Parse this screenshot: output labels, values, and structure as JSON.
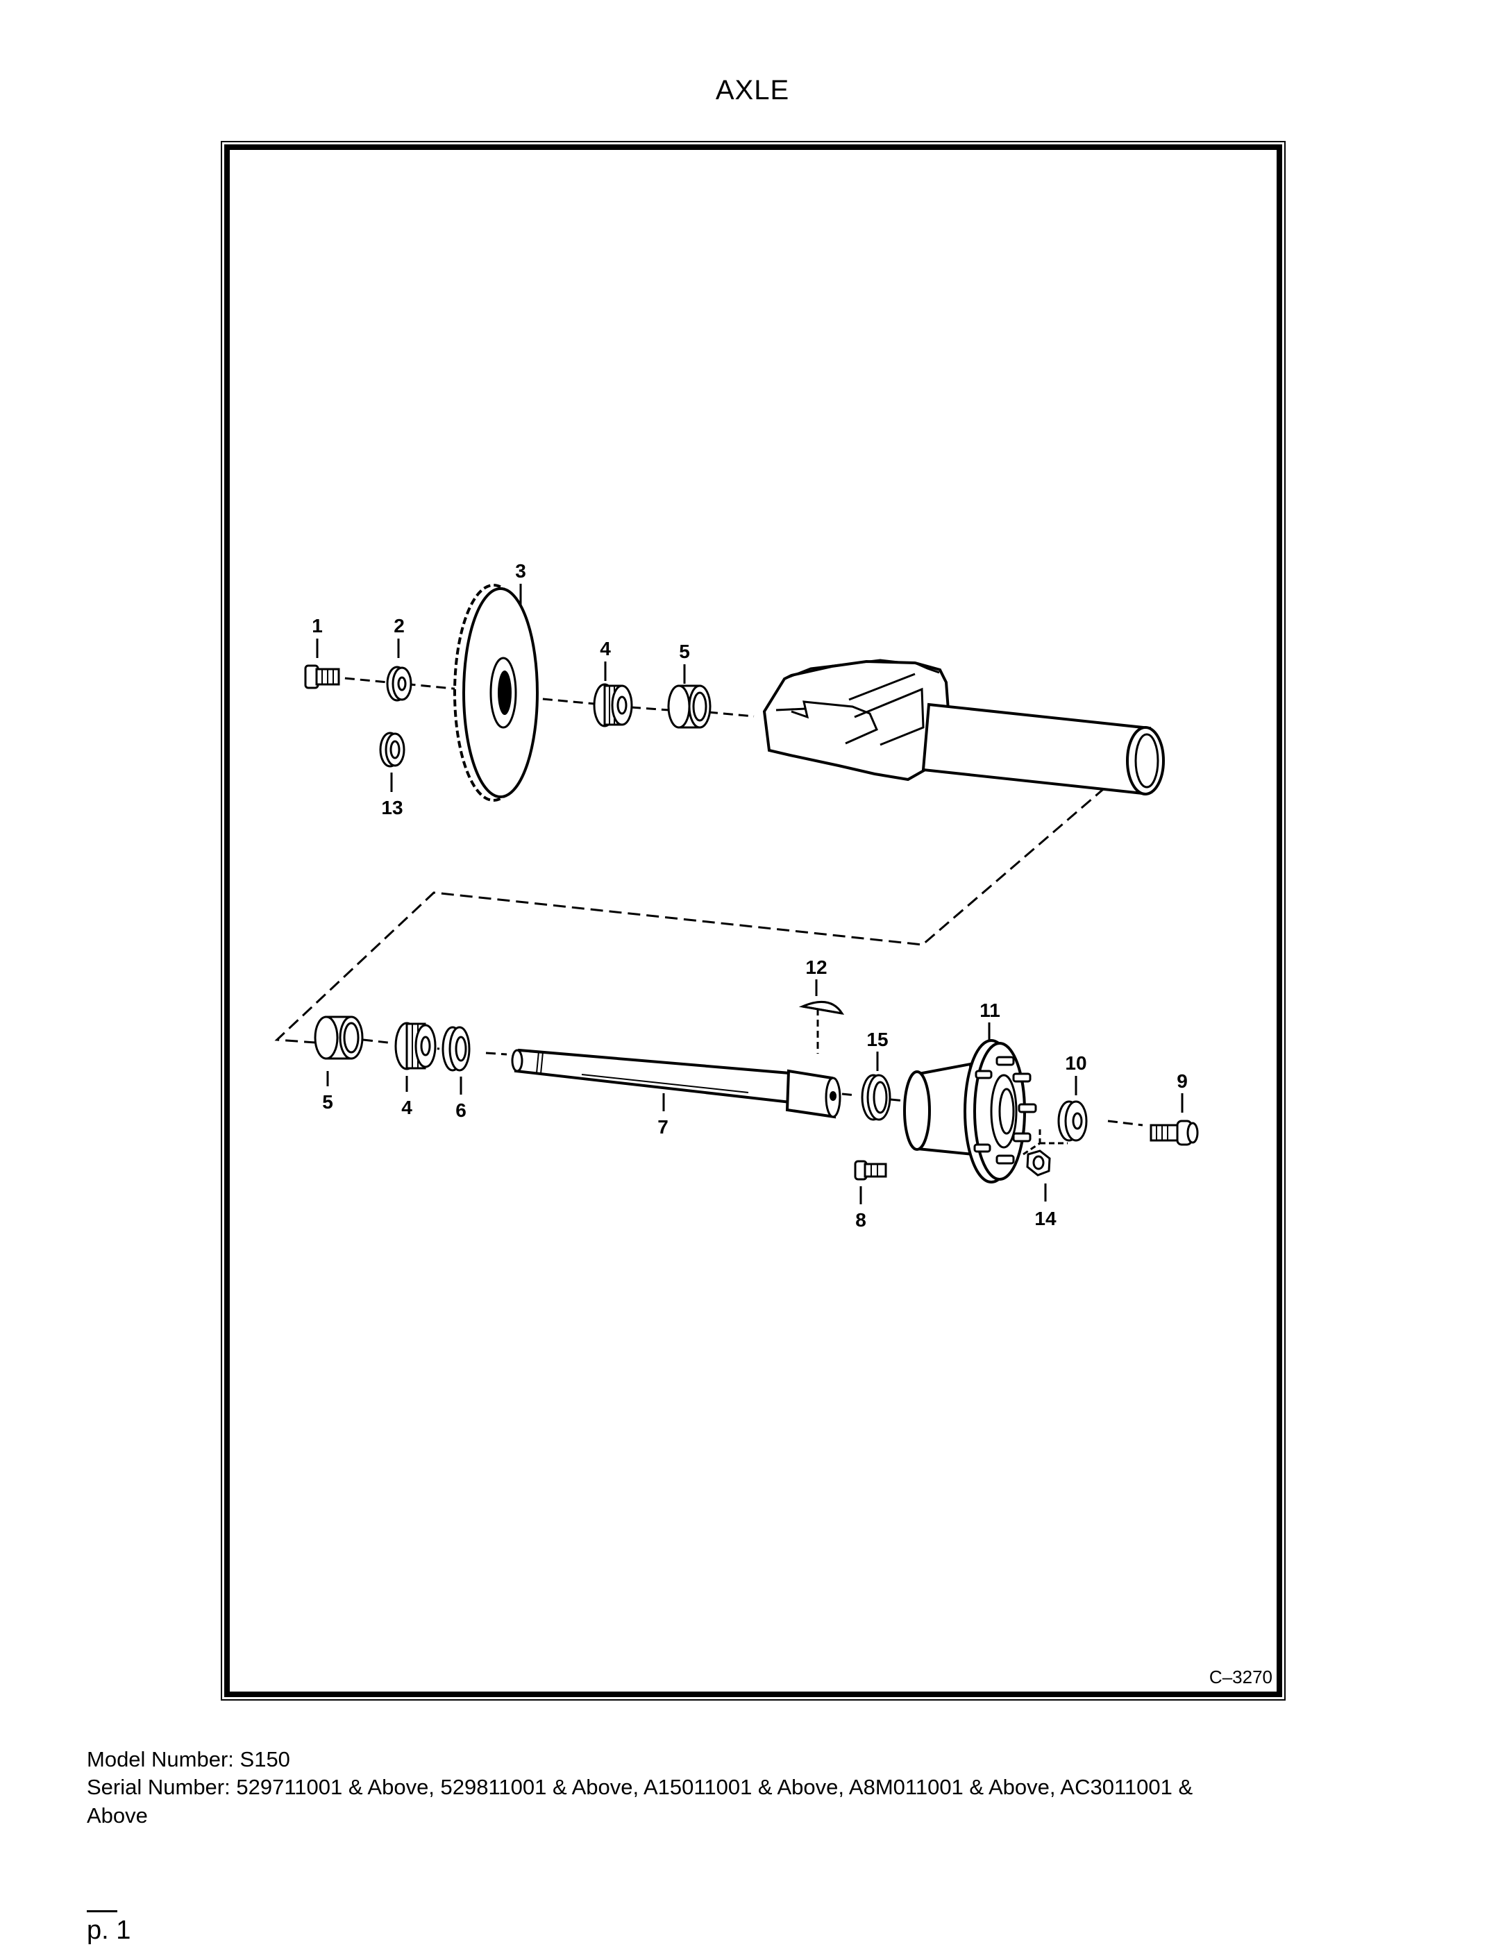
{
  "title": "AXLE",
  "figure": {
    "code": "C–3270",
    "callouts": [
      "1",
      "2",
      "3",
      "4",
      "5",
      "13",
      "12",
      "11",
      "15",
      "10",
      "9",
      "5",
      "4",
      "6",
      "7",
      "8",
      "14"
    ]
  },
  "footer": {
    "model": "Model Number: S150",
    "serial_line1": "Serial Number: 529711001 & Above, 529811001 & Above, A15011001 & Above, A8M011001 & Above, AC3011001 &",
    "serial_line2": "Above"
  },
  "page": "p. 1"
}
